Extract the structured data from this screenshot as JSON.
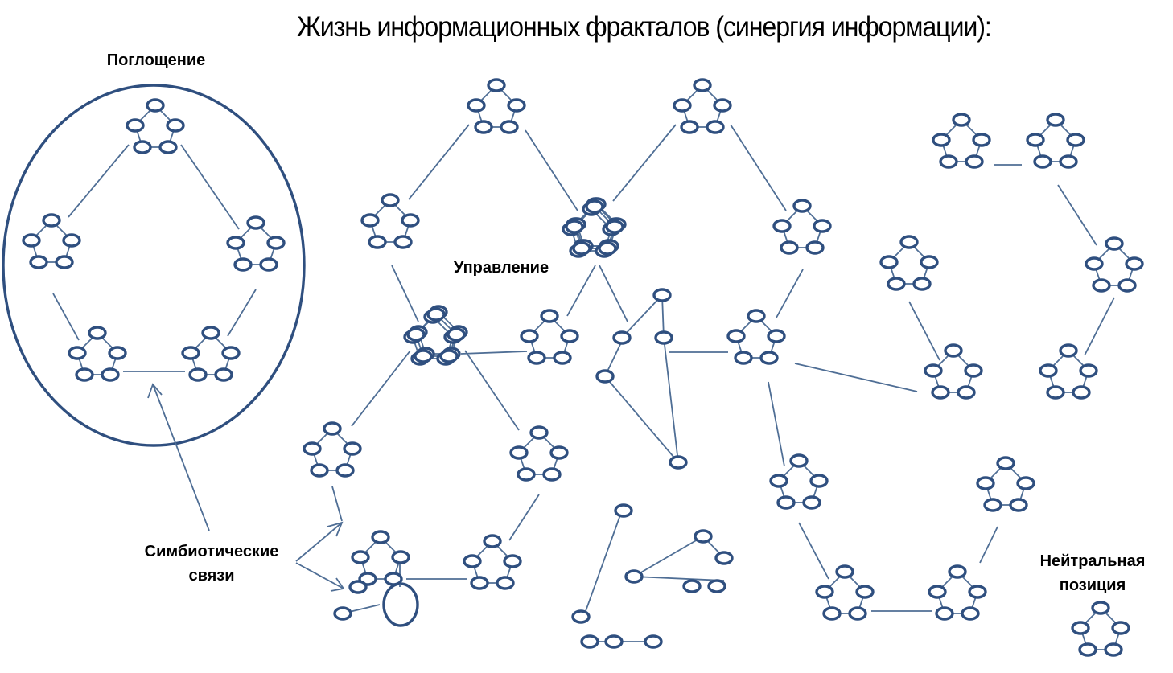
{
  "title": "Жизнь информационных фракталов (синергия информации):",
  "labels": {
    "absorption": "Поглощение",
    "control": "Управление",
    "symbiotic": [
      "Симбиотические",
      "связи"
    ],
    "neutral": [
      "Нейтральная",
      "позиция"
    ]
  },
  "colors": {
    "node_stroke": "#2f4f7f",
    "edge_stroke": "#4f6e95"
  }
}
